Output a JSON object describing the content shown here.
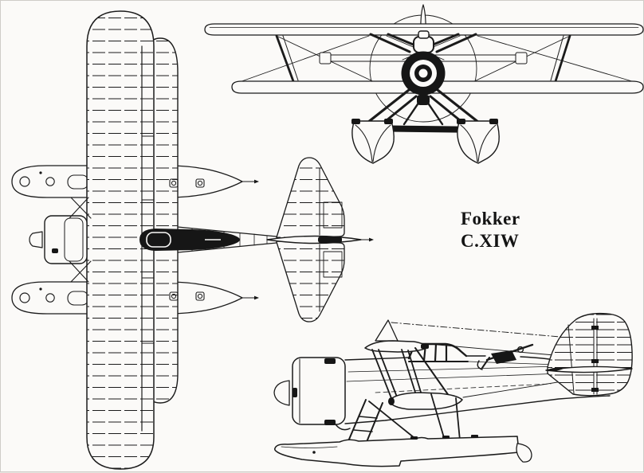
{
  "title": {
    "line1": "Fokker",
    "line2": "C.XIW"
  },
  "drawing": {
    "ink_color": "#1b1b1b",
    "paper_color": "#fbfaf8",
    "views_shown": 3
  }
}
